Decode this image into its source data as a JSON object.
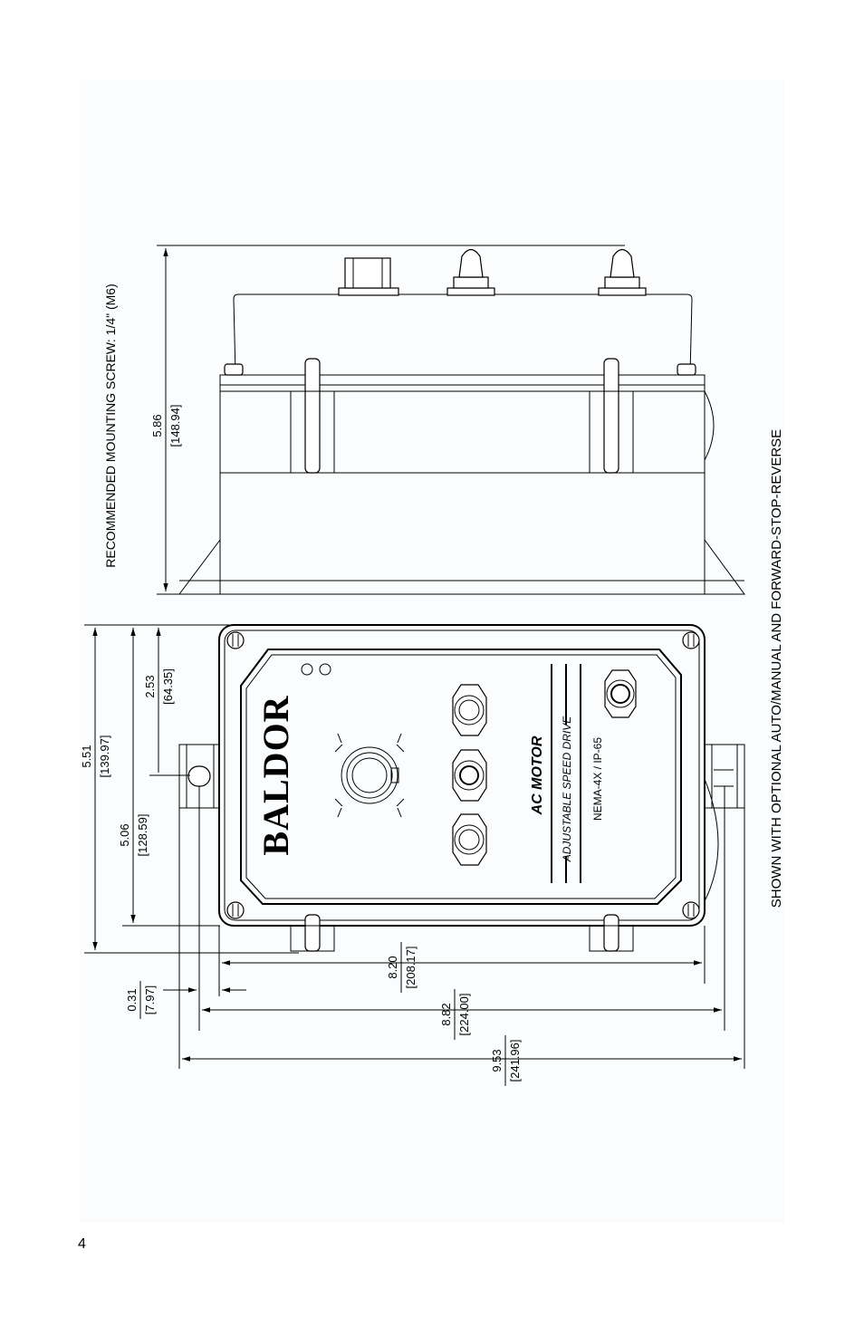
{
  "notes": {
    "mounting_screw": "RECOMMENDED MOUNTING SCREW:  1/4\" (M6)",
    "shown_with": "SHOWN WITH OPTIONAL AUTO/MANUAL AND FORWARD-STOP-REVERSE"
  },
  "dimensions": {
    "height_side": {
      "in": "5.86",
      "mm": "[148.94]"
    },
    "overall_5_51": {
      "in": "5.51",
      "mm": "[139.97]"
    },
    "dim_5_06": {
      "in": "5.06",
      "mm": "[128.59]"
    },
    "dim_2_53": {
      "in": "2.53",
      "mm": "[64.35]"
    },
    "dim_0_31": {
      "in": "0.31",
      "mm": "[7.97]"
    },
    "dim_8_20": {
      "in": "8.20",
      "mm": "[208.17]"
    },
    "dim_8_82": {
      "in": "8.82",
      "mm": "[224.00]"
    },
    "dim_9_53": {
      "in": "9.53",
      "mm": "[241.96]"
    }
  },
  "front_panel": {
    "brand": "BALDOR",
    "line1": "AC MOTOR",
    "line2": "ADJUSTABLE SPEED DRIVE",
    "line3": "NEMA-4X / IP-65"
  },
  "page_number": "4"
}
